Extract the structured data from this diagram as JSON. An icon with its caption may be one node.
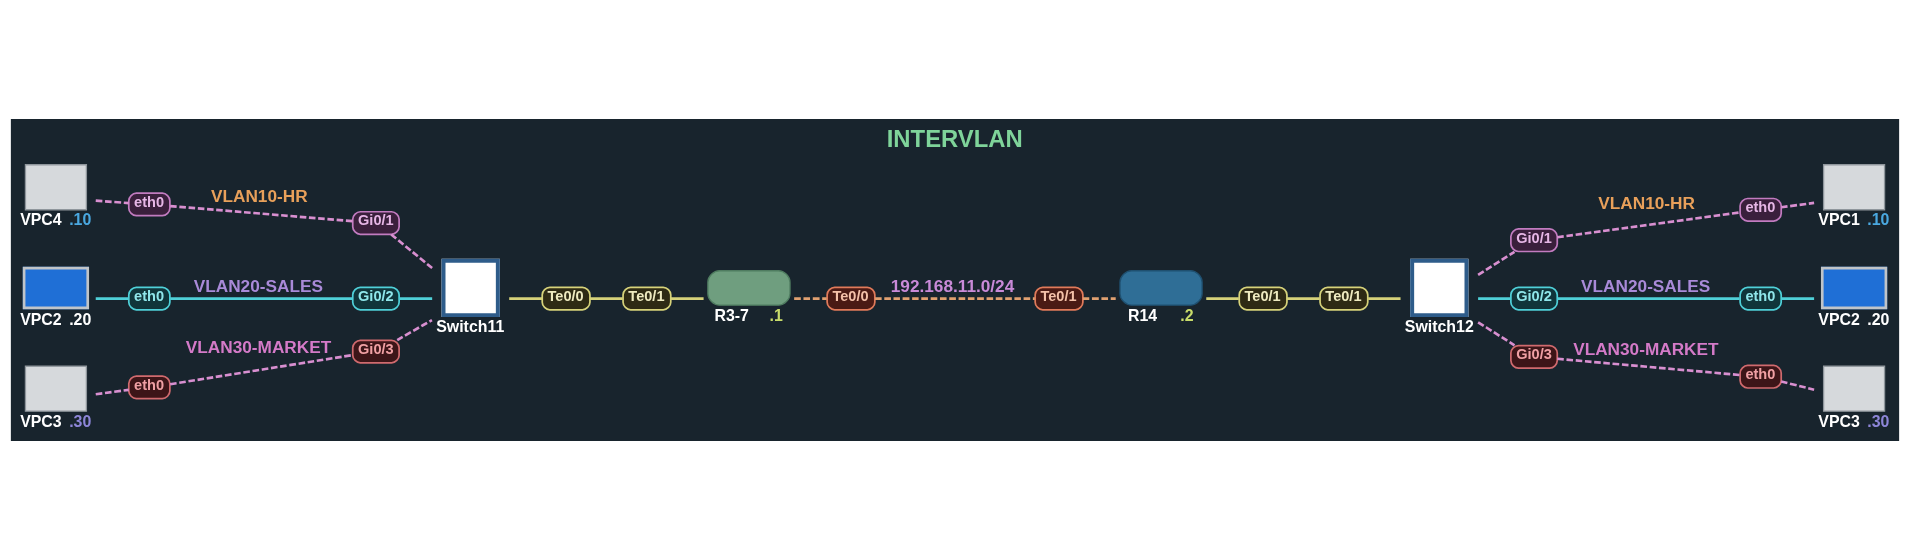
{
  "diagram": {
    "title": "INTERVLAN",
    "nodes": [
      {
        "text": [
          "VPC4"
        ],
        "beside": [
          ".10"
        ]
      },
      {
        "text": [
          "eth0"
        ]
      },
      {
        "text": [
          "Gi0/1"
        ]
      },
      {
        "text": [
          "VPC2"
        ],
        "beside": [
          ".20"
        ]
      },
      {
        "text": [
          "eth0"
        ]
      },
      {
        "text": [
          "Gi0/2"
        ]
      },
      {
        "text": [
          "VPC3"
        ],
        "beside": [
          ".30"
        ]
      },
      {
        "text": [
          "eth0"
        ]
      },
      {
        "text": [
          "Gi0/3"
        ]
      },
      {
        "text": [
          "Switch11"
        ]
      },
      {
        "text": [
          "Te0/0"
        ]
      },
      {
        "text": [
          "Te0/1"
        ]
      },
      {
        "text": [
          "R3-7"
        ],
        "beside": [
          ".1"
        ]
      },
      {
        "text": [
          "Te0/0"
        ]
      },
      {
        "text": [
          "Te0/1"
        ]
      },
      {
        "text": [
          "R14"
        ],
        "beside": [
          ".2"
        ]
      },
      {
        "text": [
          "Te0/1"
        ]
      },
      {
        "text": [
          "Te0/1"
        ]
      },
      {
        "text": [
          "Switch12"
        ]
      },
      {
        "text": [
          "Gi0/1"
        ]
      },
      {
        "text": [
          "eth0"
        ]
      },
      {
        "text": [
          "VPC1"
        ],
        "beside": [
          ".10"
        ]
      },
      {
        "text": [
          "Gi0/2"
        ]
      },
      {
        "text": [
          "eth0"
        ]
      },
      {
        "text": [
          "VPC2"
        ],
        "beside": [
          ".20"
        ]
      },
      {
        "text": [
          "Gi0/3"
        ]
      },
      {
        "text": [
          "eth0"
        ]
      },
      {
        "text": [
          "VPC3"
        ],
        "beside": [
          ".30"
        ]
      }
    ],
    "edges": [
      {
        "from": 0,
        "to": 1,
        "arrow": "none",
        "style": "dashed"
      },
      {
        "from": 1,
        "to": 2,
        "arrow": "none",
        "style": "dashed",
        "label": "VLAN10-HR"
      },
      {
        "from": 2,
        "to": 9,
        "arrow": "none",
        "style": "dashed"
      },
      {
        "from": 3,
        "to": 4,
        "arrow": "none",
        "color": "#4fd0d8"
      },
      {
        "from": 4,
        "to": 5,
        "arrow": "none",
        "color": "#4fd0d8",
        "label": "VLAN20-SALES"
      },
      {
        "from": 5,
        "to": 9,
        "arrow": "none",
        "color": "#4fd0d8"
      },
      {
        "from": 6,
        "to": 7,
        "arrow": "none",
        "style": "dashed"
      },
      {
        "from": 7,
        "to": 8,
        "arrow": "none",
        "style": "dashed",
        "label": "VLAN30-MARKET"
      },
      {
        "from": 8,
        "to": 9,
        "arrow": "none",
        "style": "dashed"
      },
      {
        "from": 9,
        "to": 10,
        "arrow": "none",
        "color": "#d6d27a"
      },
      {
        "from": 10,
        "to": 11,
        "arrow": "none",
        "color": "#d6d27a"
      },
      {
        "from": 11,
        "to": 12,
        "arrow": "none",
        "color": "#d6d27a"
      },
      {
        "from": 12,
        "to": 13,
        "arrow": "none",
        "style": "dashed",
        "color": "#e0a070"
      },
      {
        "from": 13,
        "to": 14,
        "arrow": "none",
        "style": "dashed",
        "color": "#e0a070",
        "label": "192.168.11.0/24"
      },
      {
        "from": 14,
        "to": 15,
        "arrow": "none",
        "style": "dashed",
        "color": "#e0a070"
      },
      {
        "from": 15,
        "to": 16,
        "arrow": "none",
        "color": "#d6d27a"
      },
      {
        "from": 16,
        "to": 17,
        "arrow": "none",
        "color": "#d6d27a"
      },
      {
        "from": 17,
        "to": 18,
        "arrow": "none",
        "color": "#d6d27a"
      },
      {
        "from": 18,
        "to": 19,
        "arrow": "none",
        "style": "dashed"
      },
      {
        "from": 19,
        "to": 20,
        "arrow": "none",
        "style": "dashed",
        "label": "VLAN10-HR"
      },
      {
        "from": 20,
        "to": 21,
        "arrow": "none",
        "style": "dashed"
      },
      {
        "from": 18,
        "to": 22,
        "arrow": "none",
        "color": "#4fd0d8"
      },
      {
        "from": 22,
        "to": 23,
        "arrow": "none",
        "color": "#4fd0d8",
        "label": "VLAN20-SALES"
      },
      {
        "from": 23,
        "to": 24,
        "arrow": "none",
        "color": "#4fd0d8"
      },
      {
        "from": 18,
        "to": 25,
        "arrow": "none",
        "style": "dashed"
      },
      {
        "from": 25,
        "to": 26,
        "arrow": "none",
        "style": "dashed",
        "label": "VLAN30-MARKET"
      },
      {
        "from": 26,
        "to": 27,
        "arrow": "none",
        "style": "dashed"
      }
    ]
  }
}
